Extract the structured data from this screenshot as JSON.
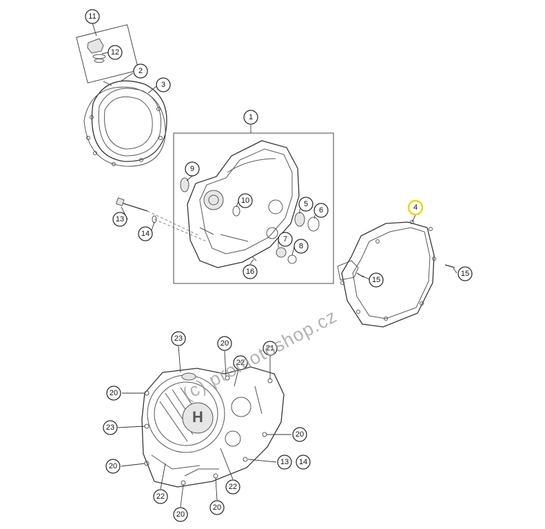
{
  "callouts": [
    {
      "id": "11",
      "label": "11",
      "highlight": false
    },
    {
      "id": "12",
      "label": "12",
      "highlight": false
    },
    {
      "id": "2",
      "label": "2",
      "highlight": false
    },
    {
      "id": "3",
      "label": "3",
      "highlight": false
    },
    {
      "id": "1",
      "label": "1",
      "highlight": false
    },
    {
      "id": "9",
      "label": "9",
      "highlight": false
    },
    {
      "id": "10",
      "label": "10",
      "highlight": false
    },
    {
      "id": "5",
      "label": "5",
      "highlight": false
    },
    {
      "id": "6",
      "label": "6",
      "highlight": false
    },
    {
      "id": "7",
      "label": "7",
      "highlight": false
    },
    {
      "id": "8",
      "label": "8",
      "highlight": false
    },
    {
      "id": "16",
      "label": "16",
      "highlight": false
    },
    {
      "id": "13a",
      "label": "13",
      "highlight": false
    },
    {
      "id": "14a",
      "label": "14",
      "highlight": false
    },
    {
      "id": "4",
      "label": "4",
      "highlight": true
    },
    {
      "id": "15a",
      "label": "15",
      "highlight": false
    },
    {
      "id": "15b",
      "label": "15",
      "highlight": false
    },
    {
      "id": "23a",
      "label": "23",
      "highlight": false
    },
    {
      "id": "20a",
      "label": "20",
      "highlight": false
    },
    {
      "id": "22a",
      "label": "22",
      "highlight": false
    },
    {
      "id": "21",
      "label": "21",
      "highlight": false
    },
    {
      "id": "20b",
      "label": "20",
      "highlight": false
    },
    {
      "id": "23b",
      "label": "23",
      "highlight": false
    },
    {
      "id": "20c",
      "label": "20",
      "highlight": false
    },
    {
      "id": "20d",
      "label": "20",
      "highlight": false
    },
    {
      "id": "13b",
      "label": "13",
      "highlight": false
    },
    {
      "id": "14b",
      "label": "14",
      "highlight": false
    },
    {
      "id": "22b",
      "label": "22",
      "highlight": false
    },
    {
      "id": "22c",
      "label": "22",
      "highlight": false
    },
    {
      "id": "20e",
      "label": "20",
      "highlight": false
    },
    {
      "id": "20f",
      "label": "20",
      "highlight": false
    }
  ],
  "watermark": "(c) promotoshop.cz",
  "colors": {
    "highlight": "#f2d400",
    "line": "#333333"
  }
}
